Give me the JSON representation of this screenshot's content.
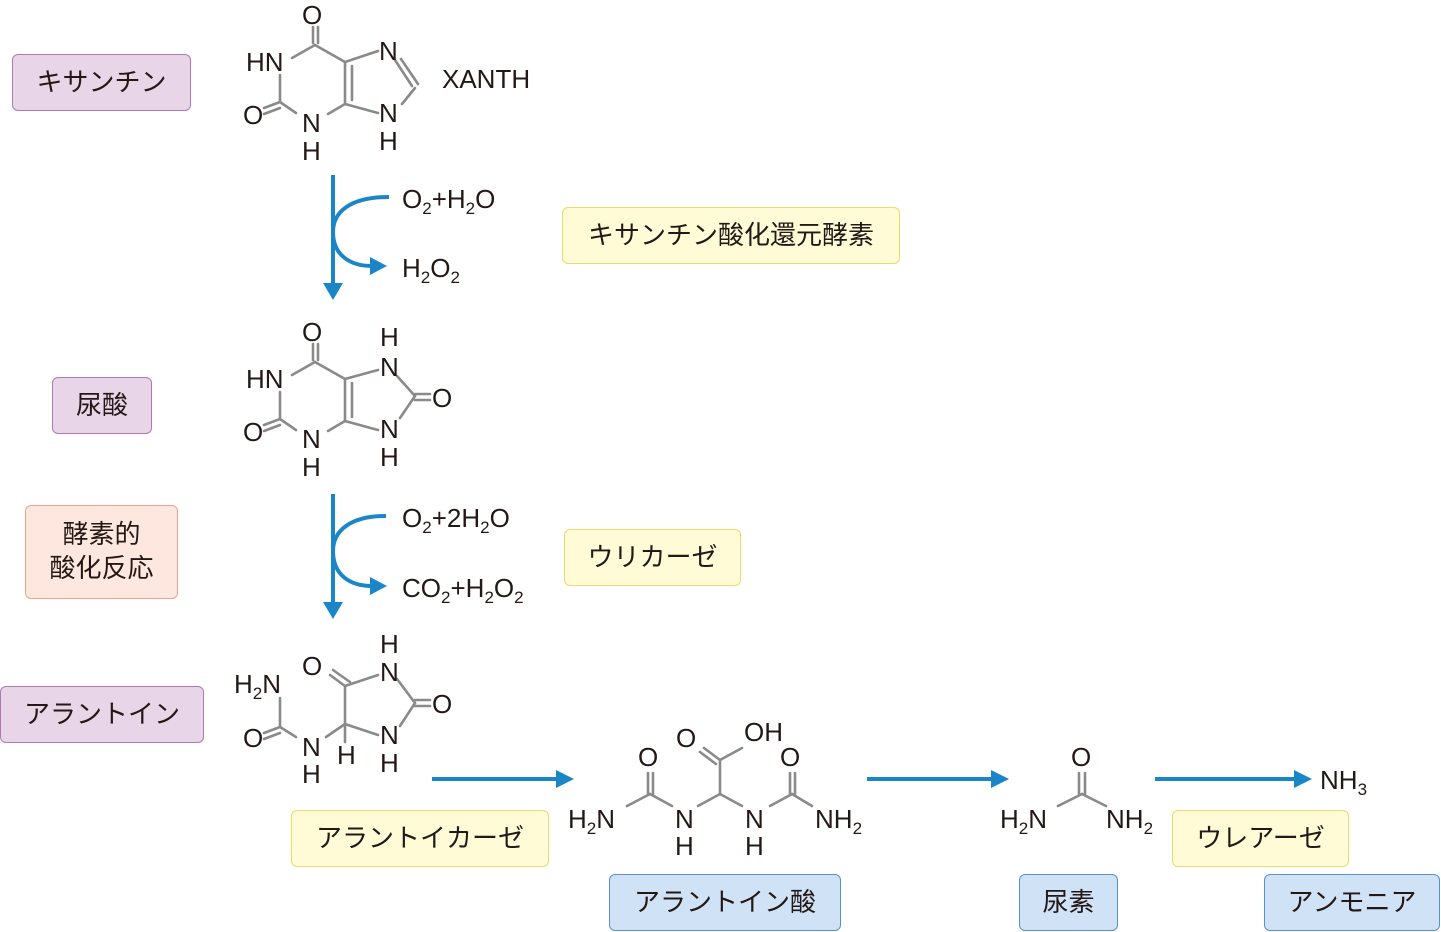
{
  "labels": {
    "xanthine": "キサンチン",
    "xanthine_annotation": "XANTH",
    "uric_acid": "尿酸",
    "reaction_type_line1": "酵素的",
    "reaction_type_line2": "酸化反応",
    "allantoin": "アラントイン",
    "allantoic_acid": "アラントイン酸",
    "urea": "尿素",
    "ammonia": "アンモニア"
  },
  "enzymes": {
    "xanthine_oxidoreductase": "キサンチン酸化還元酵素",
    "uricase": "ウリカーゼ",
    "allantoicase": "アラントイカーゼ",
    "urease": "ウレアーゼ"
  },
  "atoms": {
    "O": "O",
    "N": "N",
    "H": "H",
    "HN": "HN",
    "NH2": "NH",
    "H2N": "H",
    "OH": "OH"
  },
  "reagents": {
    "step1_in": [
      "O",
      "2",
      "+H",
      "2",
      "O"
    ],
    "step1_out": [
      "H",
      "2",
      "O",
      "2"
    ],
    "step2_in": [
      "O",
      "2",
      "+2H",
      "2",
      "O"
    ],
    "step2_out": [
      "CO",
      "2",
      "+H",
      "2",
      "O",
      "2"
    ],
    "ammonia_formula": [
      "NH",
      "3"
    ],
    "h2n_sub": "2",
    "nh2_sub": "2",
    "h2n_n": "N"
  },
  "colors": {
    "arrow": "#1a86c8",
    "bond": "#8a8a8a",
    "purple_box": "#e8d5e8",
    "yellow_box": "#fffbd6",
    "blue_box": "#cfe2f6",
    "pink_box": "#fde7df"
  }
}
